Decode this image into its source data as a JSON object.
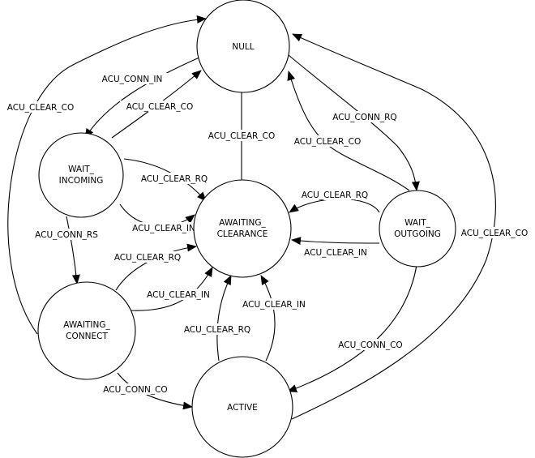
{
  "diagram": {
    "states": {
      "null": {
        "label": [
          "NULL"
        ]
      },
      "wait_incoming": {
        "label": [
          "WAIT_",
          "INCOMING"
        ]
      },
      "awaiting_clearance": {
        "label": [
          "AWAITING_",
          "CLEARANCE"
        ]
      },
      "wait_outgoing": {
        "label": [
          "WAIT_",
          "OUTGOING"
        ]
      },
      "awaiting_connect": {
        "label": [
          "AWAITING_",
          "CONNECT"
        ]
      },
      "active": {
        "label": [
          "ACTIVE"
        ]
      }
    },
    "transitions": [
      {
        "id": "null-to-wait-incoming",
        "label": "ACU_CONN_IN"
      },
      {
        "id": "wait-incoming-to-null",
        "label": "ACU_CLEAR_CO"
      },
      {
        "id": "awaiting-connect-to-null",
        "label": "ACU_CLEAR_CO"
      },
      {
        "id": "awaiting-clearance-to-null",
        "label": "ACU_CLEAR_CO"
      },
      {
        "id": "null-to-wait-outgoing",
        "label": "ACU_CONN_RQ"
      },
      {
        "id": "wait-outgoing-to-null",
        "label": "ACU_CLEAR_CO"
      },
      {
        "id": "active-to-null",
        "label": "ACU_CLEAR_CO"
      },
      {
        "id": "wait-incoming-clear-rq",
        "label": "ACU_CLEAR_RQ"
      },
      {
        "id": "wait-incoming-clear-in",
        "label": "ACU_CLEAR_IN"
      },
      {
        "id": "wait-incoming-to-awaiting-connect",
        "label": "ACU_CONN_RS"
      },
      {
        "id": "awaiting-connect-clear-rq",
        "label": "ACU_CLEAR_RQ"
      },
      {
        "id": "awaiting-connect-clear-in",
        "label": "ACU_CLEAR_IN"
      },
      {
        "id": "awaiting-connect-to-active",
        "label": "ACU_CONN_CO"
      },
      {
        "id": "active-clear-rq",
        "label": "ACU_CLEAR_RQ"
      },
      {
        "id": "active-clear-in",
        "label": "ACU_CLEAR_IN"
      },
      {
        "id": "wait-outgoing-clear-rq",
        "label": "ACU_CLEAR_RQ"
      },
      {
        "id": "wait-outgoing-clear-in",
        "label": "ACU_CLEAR_IN"
      },
      {
        "id": "wait-outgoing-to-active",
        "label": "ACU_CONN_CO"
      }
    ]
  }
}
